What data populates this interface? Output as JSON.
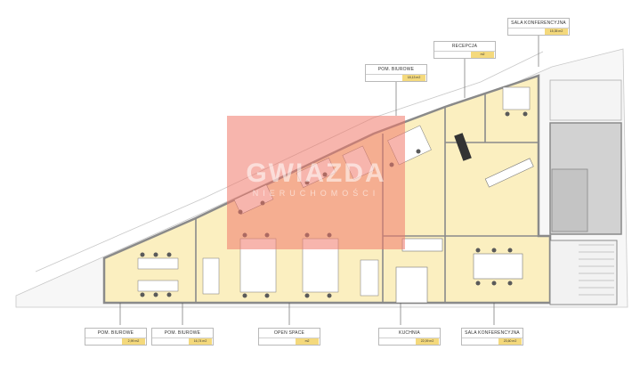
{
  "watermark": {
    "brand": "GWIAZDA",
    "sub": "NIERUCHOMOŚCI"
  },
  "labels": {
    "sala_konferencyjna_top": {
      "title": "SALA KONFERENCYJNA",
      "value": "15,35 m2"
    },
    "recepcja": {
      "title": "RECEPCJA",
      "value": "m2"
    },
    "pom_biurowe_top": {
      "title": "POM. BIUROWE",
      "value": "18,13 m2"
    },
    "pom_biurowe_1": {
      "title": "POM. BIUROWE",
      "value": "2,99 m2"
    },
    "pom_biurowe_2": {
      "title": "POM. BIUROWE",
      "value": "16,74 m2"
    },
    "open_space": {
      "title": "OPEN SPACE",
      "value": "m2"
    },
    "kuchnia": {
      "title": "KUCHNIA",
      "value": "22,09 m2"
    },
    "sala_konferencyjna_bottom": {
      "title": "SALA KONFERENCYJNA",
      "value": "23,60 m2"
    }
  },
  "colors": {
    "floor": "#fbefc0",
    "wall": "#8a8a8a",
    "service": "#d2d2d2",
    "desk": "#ffffff",
    "watermark": "#f07869",
    "value_tag": "#f4d97c"
  }
}
